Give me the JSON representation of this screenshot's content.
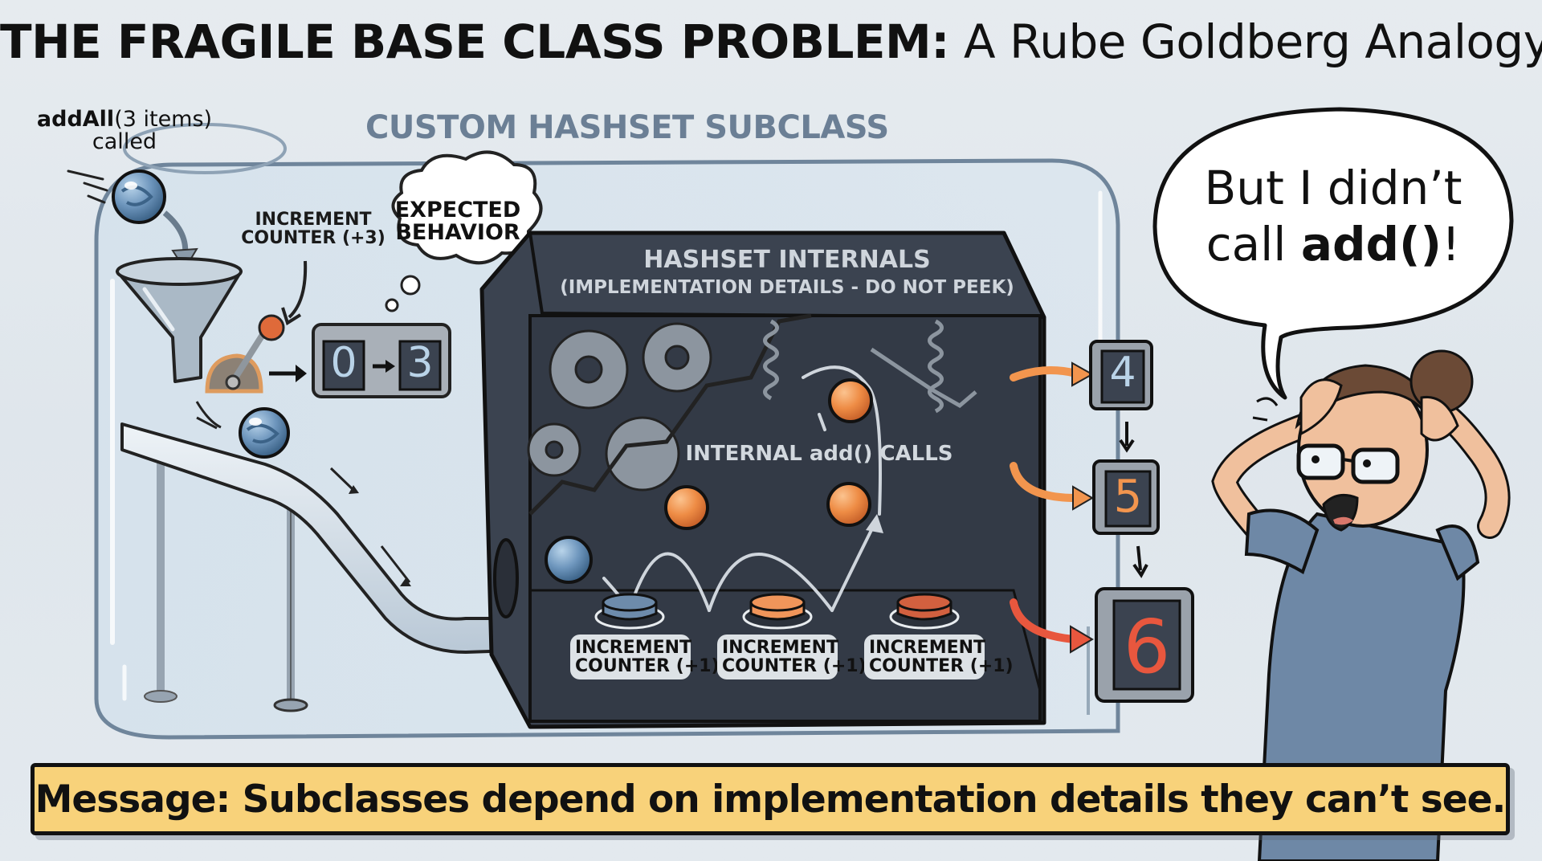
{
  "title": {
    "bold": "THE FRAGILE BASE CLASS PROBLEM:",
    "light": "A Rube Goldberg Analogy"
  },
  "input": {
    "method": "addAll",
    "args": "(3 items)",
    "suffix": "called"
  },
  "subclass_label": "CUSTOM HASHSET SUBCLASS",
  "external_counter": {
    "label_line1": "INCREMENT",
    "label_line2": "COUNTER (+3)",
    "from": "0",
    "to": "3"
  },
  "thought_bubble": {
    "line1": "EXPECTED",
    "line2": "BEHAVIOR"
  },
  "internals": {
    "title": "HASHSET INTERNALS",
    "subtitle": "(IMPLEMENTATION DETAILS - DO NOT PEEK)",
    "calls_label": "INTERNAL add() CALLS",
    "buttons": [
      {
        "line1": "INCREMENT",
        "line2": "COUNTER (+1)",
        "color": "#6d8bab"
      },
      {
        "line1": "INCREMENT",
        "line2": "COUNTER (+1)",
        "color": "#f0955a"
      },
      {
        "line1": "INCREMENT",
        "line2": "COUNTER (+1)",
        "color": "#d2603f"
      }
    ]
  },
  "result_counters": [
    {
      "value": "4",
      "color": "#b9d3e8"
    },
    {
      "value": "5",
      "color": "#f2954e"
    },
    {
      "value": "6",
      "color": "#e8573e"
    }
  ],
  "speech": {
    "line1": "But I didn’t",
    "line2_plain": "call ",
    "line2_bold": "add()",
    "line2_end": "!"
  },
  "message": "Message: Subclasses depend on implementation details they can’t see.",
  "colors": {
    "background": "#e3e9ee",
    "box_dark": "#3b4350",
    "marble_blue": "#5f86ab",
    "marble_orange": "#e8883f",
    "message_bg": "#f8d27a",
    "shirt": "#6e88a6",
    "skin": "#f0c09d",
    "hair": "#6b4a36"
  }
}
